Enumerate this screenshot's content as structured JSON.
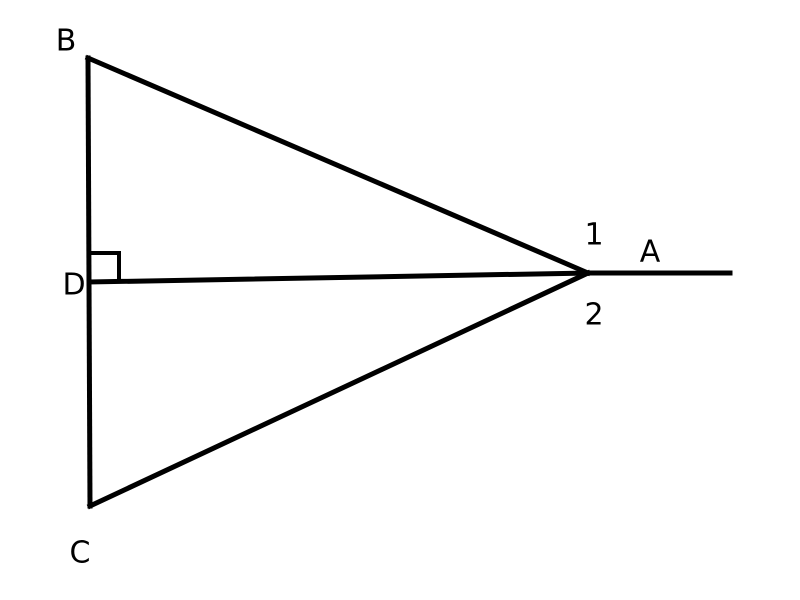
{
  "diagram": {
    "points": {
      "B": "B",
      "C": "C",
      "D": "D",
      "A": "A"
    },
    "angles": {
      "angle_1": "1",
      "angle_2": "2"
    },
    "colors": {
      "stroke": "#000000",
      "background": "#ffffff"
    }
  }
}
